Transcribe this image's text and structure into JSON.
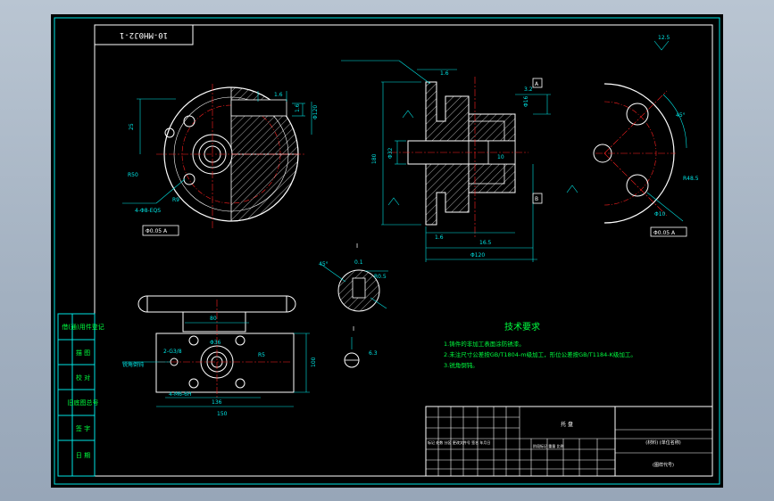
{
  "drawing": {
    "part_number": "10-MH0J2-1",
    "section_label": "I",
    "tech_title": "技术要求",
    "tech_notes": [
      "1.铸件的非加工表面涂防锈漆。",
      "2.未注尺寸公差按GB/T1804-m级加工，形位公差按GB/T1184-K级加工。",
      "3.锐角倒钝。"
    ],
    "side_labels": [
      "借(通)用件登记",
      "描 图",
      "校 对",
      "旧底图总号",
      "签 字",
      "日 期"
    ],
    "title_block": {
      "name_cell": "托 盘",
      "company_cell": "(材料) (单位名称)",
      "drawing_no_cell": "(图样代号)",
      "mid_row_left": "标记 处数 分区 更改文件号 签名 年月日",
      "mid_row_right": "阶段标记 重量 比例"
    },
    "dims": {
      "top_d1": "1.6",
      "top_d2": "1.6",
      "front_phi": "Φ120",
      "front_hole": "4-Φ8-EQS",
      "front_tol": "Φ0.05 A",
      "front_left_r": "R50",
      "front_left_h": "25",
      "front_r9": "R9",
      "sec_top1": "1.6",
      "sec_top2": "3.2",
      "sec_left_h": "180",
      "sec_phi1": "Φ32",
      "sec_phi2": "Φ16",
      "sec_w1": "10",
      "sec_w2": "16.5",
      "sec_bottom": "Φ120",
      "sec_bot2": "1.6",
      "datum": "B",
      "datum_a": "A",
      "right_ang": "45°",
      "right_d": "Φ10",
      "right_tol": "Φ0.05 A",
      "right_r": "R48.5",
      "detail_ang": "45°",
      "detail_w": "0.1",
      "detail_r": "R0.5",
      "bot_w1": "80",
      "bot_w2": "136",
      "bot_w3": "150",
      "bot_h": "100",
      "bot_phi": "Φ36",
      "bot_hole": "4-M6-6H",
      "bot_thread": "2-G3/8",
      "bot_r": "R5",
      "bot_note": "锐角倒钝",
      "rough1": "12.5",
      "rough2": "3.2",
      "misc_dim": "6.3",
      "stamp": "1"
    }
  }
}
